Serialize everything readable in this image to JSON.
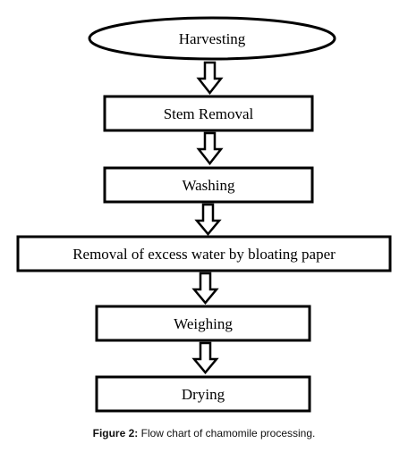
{
  "flowchart": {
    "steps": [
      {
        "label": "Harvesting",
        "shape": "ellipse"
      },
      {
        "label": "Stem Removal",
        "shape": "rectangle"
      },
      {
        "label": "Washing",
        "shape": "rectangle"
      },
      {
        "label": "Removal of excess water by bloating paper",
        "shape": "rectangle"
      },
      {
        "label": "Weighing",
        "shape": "rectangle"
      },
      {
        "label": "Drying",
        "shape": "rectangle"
      }
    ],
    "arrow_style": "double-line hollow arrow",
    "stroke_color": "#000000",
    "fill_color": "#ffffff"
  },
  "caption": {
    "label": "Figure 2:",
    "text": "Flow chart of chamomile processing."
  }
}
